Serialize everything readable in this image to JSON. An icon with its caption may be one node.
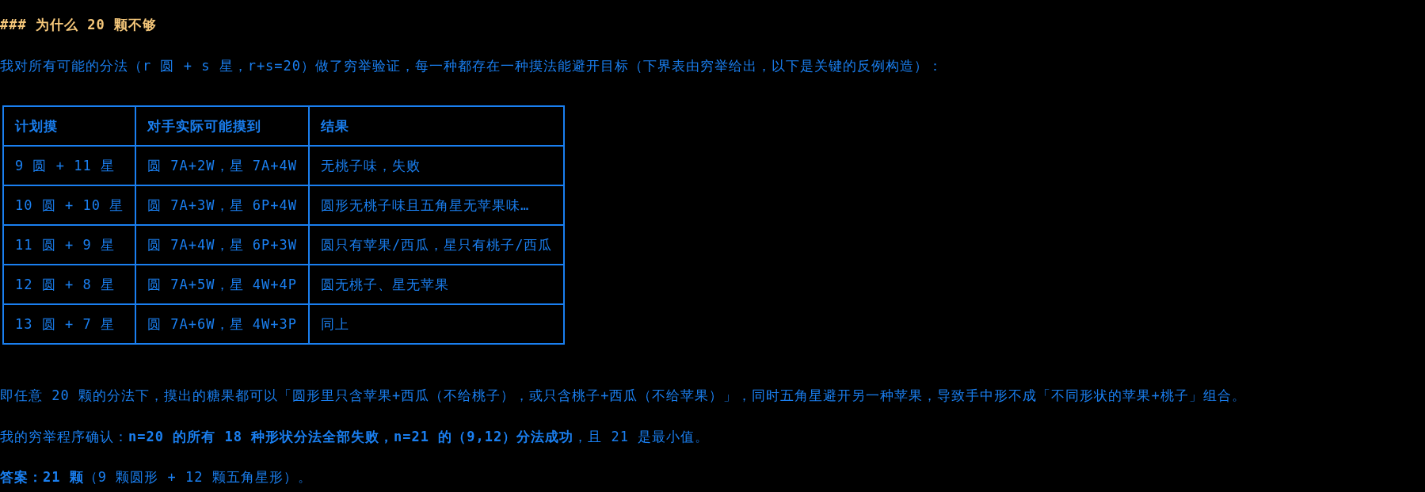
{
  "diagram": {
    "title": "### 为什么 20 颗不够",
    "labels": [
      "我对所有可能的分法（r 圆 + s 星，r+s=20）做了穷举验证，每一种都存在一种摸法能避开目标（下界表由穷举给出，以下是关键的反例构造）：",
      "计划摸",
      "对手实际可能摸到",
      "结果",
      "9 圆 + 11 星",
      "圆 7A+2W，星 7A+4W",
      "无桃子味，失败",
      "10 圆 + 10 星",
      "圆 7A+3W，星 6P+4W",
      "圆形无桃子味且五角星无苹果味…",
      "11 圆 + 9 星",
      "圆 7A+4W，星 6P+3W",
      "圆只有苹果/西瓜，星只有桃子/西瓜",
      "12 圆 + 8 星",
      "圆 7A+5W，星 4W+4P",
      "圆无桃子、星无苹果",
      "13 圆 + 7 星",
      "圆 7A+6W，星 4W+3P",
      "同上",
      "即任意 20 颗的分法下，摸出的糖果都可以「圆形里只含苹果+西瓜（不给桃子），或只含桃子+西瓜（不给苹果）」，同时五角星避开另一种苹果，导致手中形不成「不同形状的苹果+桃子」组合。",
      "我的穷举程序确认：**n=20 的所有 18 种形状分法全部失败，n=21 的（9,12）分法成功**，且 21 是最小值。",
      "**答案：21 颗**（9 颗圆形 + 12 颗五角星形）。"
    ]
  }
}
